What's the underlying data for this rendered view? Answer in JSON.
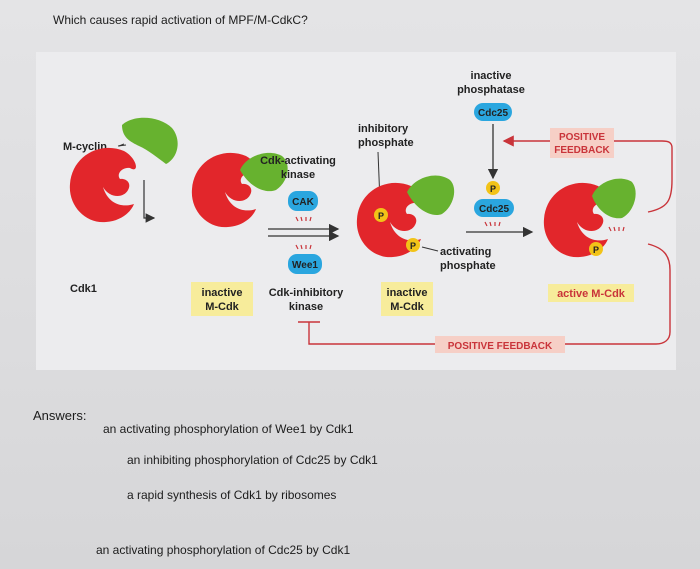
{
  "question": "Which causes rapid activation of MPF/M-CdkC?",
  "diagram": {
    "m_cyclin": "M-cyclin",
    "cdk1": "Cdk1",
    "inactive_phosphatase_1": "inactive",
    "inactive_phosphatase_2": "phosphatase",
    "cdc25_top": "Cdc25",
    "inhibitory_phosphate_1": "inhibitory",
    "inhibitory_phosphate_2": "phosphate",
    "cdk_activating_kinase_1": "Cdk-activating",
    "cdk_activating_kinase_2": "kinase",
    "cak": "CAK",
    "wee1": "Wee1",
    "cdc25_active": "Cdc25",
    "phospho_letter": "P",
    "activating_phosphate_1": "activating",
    "activating_phosphate_2": "phosphate",
    "inactive_mcdk_1a": "inactive",
    "inactive_mcdk_1b": "M-Cdk",
    "cdk_inhibitory_kinase_1": "Cdk-inhibitory",
    "cdk_inhibitory_kinase_2": "kinase",
    "inactive_mcdk_2a": "inactive",
    "inactive_mcdk_2b": "M-Cdk",
    "active_mcdk": "active M-Cdk",
    "positive_feedback_top_1": "POSITIVE",
    "positive_feedback_top_2": "FEEDBACK",
    "positive_feedback_bottom": "POSITIVE FEEDBACK"
  },
  "colors": {
    "cdk_red": "#e2262b",
    "cyclin_green": "#67b22f",
    "enzyme_blue": "#2aa6df",
    "label_yellow": "#f7ec9b",
    "feedback_pink": "#f6cfc6",
    "feedback_line": "#c9343a",
    "phosphate_yellow": "#f2c318"
  },
  "answers_label": "Answers:",
  "answers": [
    "an activating phosphorylation of Wee1 by Cdk1",
    "an inhibiting phosphorylation of Cdc25 by Cdk1",
    "a rapid synthesis of Cdk1 by ribosomes",
    "an activating phosphorylation of Cdc25 by Cdk1"
  ]
}
